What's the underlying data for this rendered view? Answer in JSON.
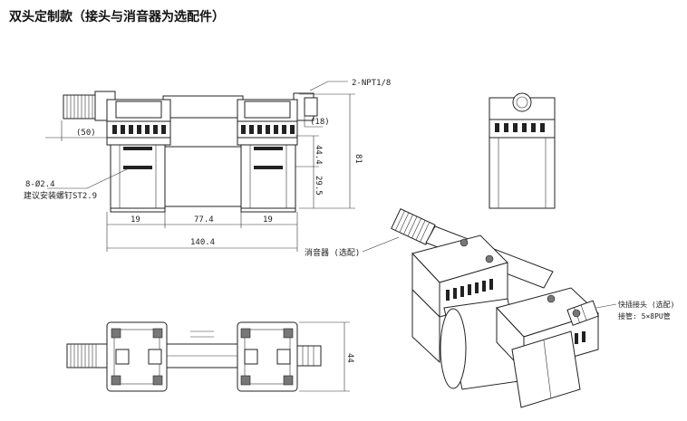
{
  "title": "双头定制款（接头与消音器为选配件）",
  "dimensions": {
    "thread": "2-NPT1/8",
    "d18": "(18)",
    "d50": "(50)",
    "d81": "81",
    "d44v": "44.4",
    "d295": "29.5",
    "hole": "8-Ø2.4",
    "screw": "建议安装螺钉ST2.9",
    "w19a": "19",
    "w774": "77.4",
    "w19b": "19",
    "w1404": "140.4",
    "d44": "44"
  },
  "callouts": {
    "muffler": "消音器 (选配)",
    "connector_line1": "快插接头 (选配)",
    "connector_line2": "接管: 5×8PU管"
  }
}
